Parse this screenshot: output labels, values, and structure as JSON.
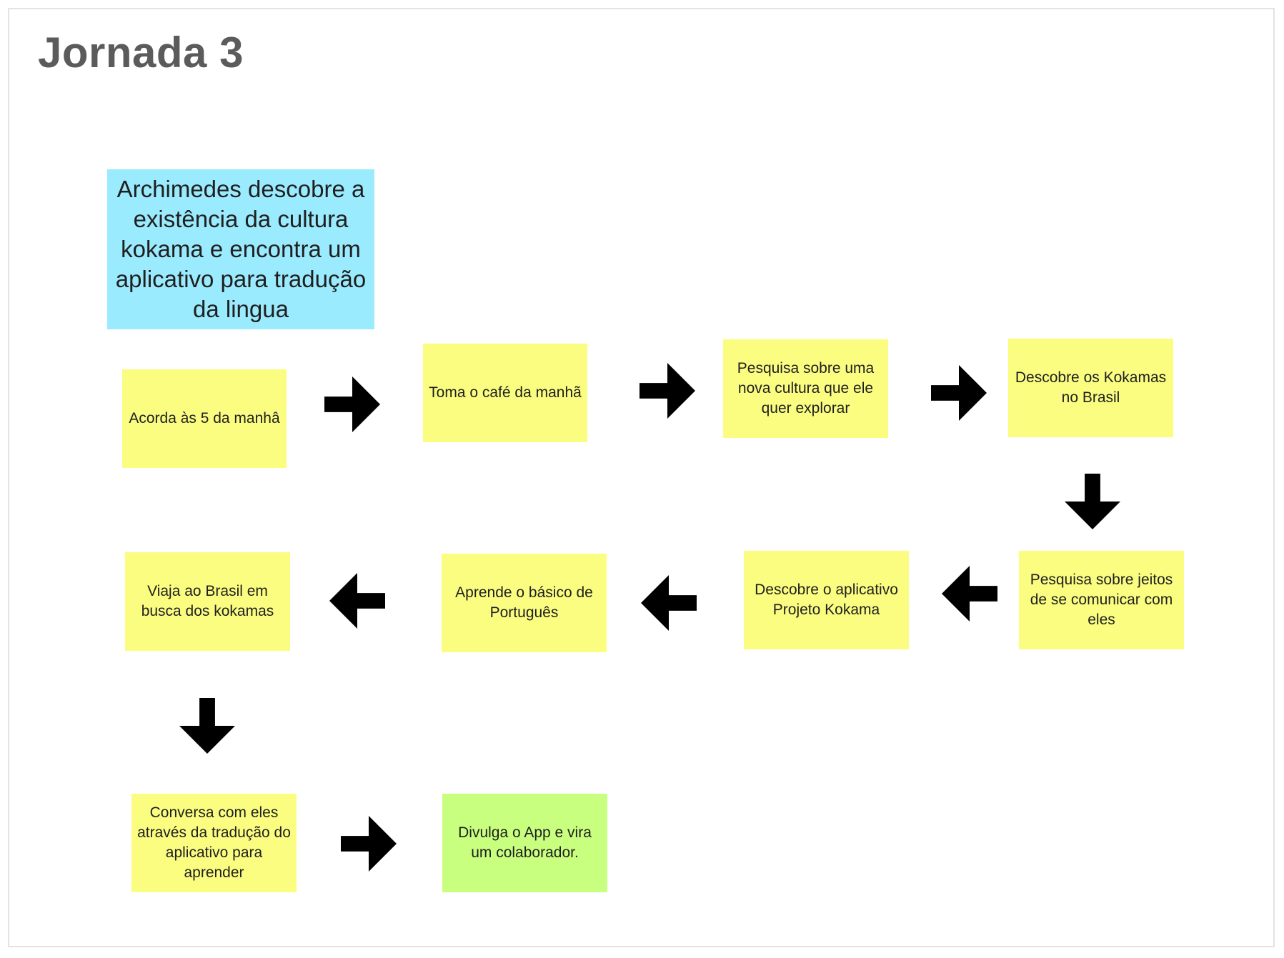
{
  "board": {
    "title": "Jornada 3"
  },
  "header_note": "Archimedes descobre a existência da cultura kokama e encontra um aplicativo para tradução da lingua",
  "steps": [
    "Acorda às 5 da manhâ",
    "Toma o café da manhã",
    "Pesquisa sobre uma nova cultura que ele quer explorar",
    "Descobre os Kokamas no Brasil",
    "Pesquisa sobre jeitos de se comunicar com eles",
    "Descobre o aplicativo Projeto Kokama",
    "Aprende o básico de Português",
    "Viaja ao Brasil em busca dos kokamas",
    "Conversa com eles através da tradução do aplicativo para aprender",
    "Divulga o App e vira um colaborador."
  ],
  "colors": {
    "yellow_note": "#fbfd80",
    "green_note": "#c8ff7e",
    "blue_note": "#9bebff",
    "arrow": "#000000",
    "title": "#5b5b5b"
  },
  "icons": {
    "arrow_right": "arrow-right-icon",
    "arrow_left": "arrow-left-icon",
    "arrow_down": "arrow-down-icon"
  }
}
